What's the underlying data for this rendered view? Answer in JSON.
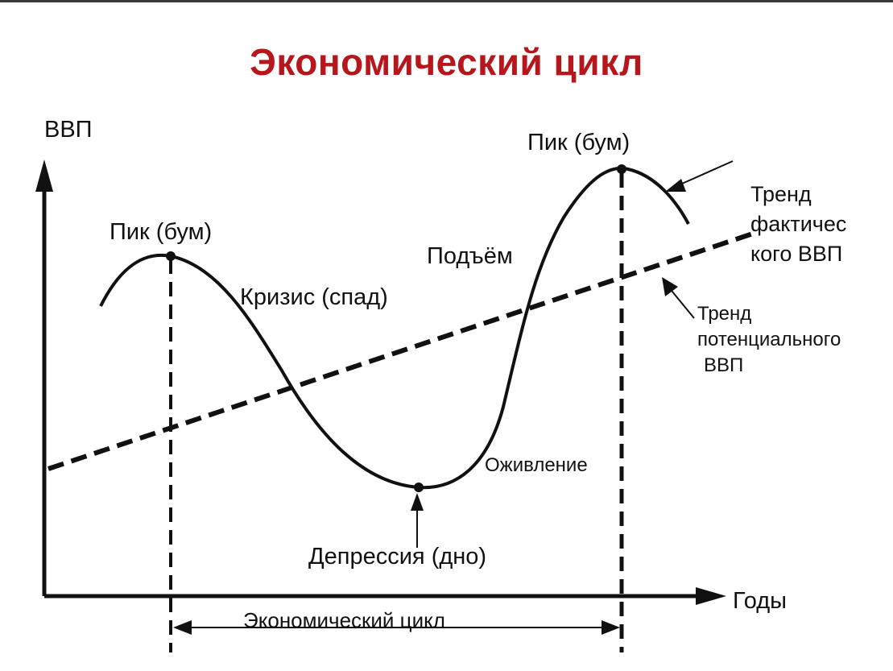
{
  "title": "Экономический цикл",
  "axes": {
    "y_label": "ВВП",
    "x_label": "Годы"
  },
  "labels": {
    "peak_left": "Пик (бум)",
    "peak_right": "Пик (бум)",
    "crisis": "Кризис (спад)",
    "rise": "Подъём",
    "revival": "Оживление",
    "depression": "Депрессия (дно)",
    "cycle": "Экономический цикл"
  },
  "annotations": {
    "actual_trend": [
      "Тренд",
      "фактичес",
      "кого ВВП"
    ],
    "potential_trend": [
      "Тренд",
      "потенциального",
      "ВВП"
    ]
  },
  "colors": {
    "title": "#b5171d",
    "ink": "#111111"
  }
}
